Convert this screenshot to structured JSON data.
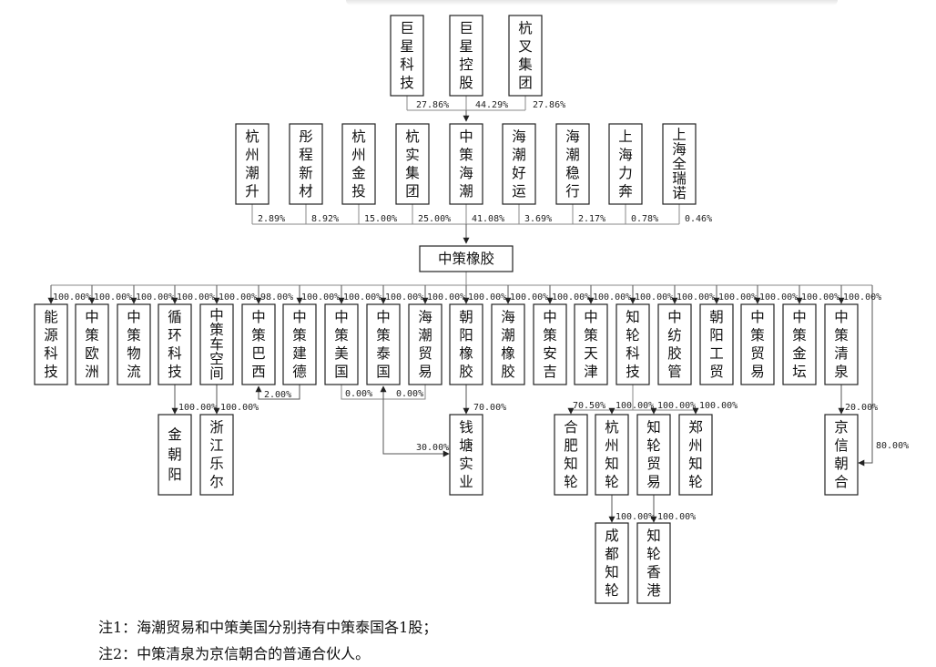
{
  "shareholders_top": [
    "巨星科技",
    "巨星控股",
    "杭叉集团"
  ],
  "top_pcts": [
    "27.86%",
    "44.29%",
    "27.86%"
  ],
  "shareholders_l2": [
    "杭州潮升",
    "彤程新材",
    "杭州金投",
    "杭实集团",
    "中策海潮",
    "海潮好运",
    "海潮稳行",
    "上海力奔",
    "上海全瑞诺"
  ],
  "l2_pcts": [
    "2.89%",
    "8.92%",
    "15.00%",
    "25.00%",
    "41.08%",
    "3.69%",
    "2.17%",
    "0.78%",
    "0.46%"
  ],
  "center": "中策橡胶",
  "subsidiaries": [
    "能源科技",
    "中策欧洲",
    "中策物流",
    "循环科技",
    "中策车空间",
    "中策巴西",
    "中策建德",
    "中策美国",
    "中策泰国",
    "海潮贸易",
    "朝阳橡胶",
    "海潮橡胶",
    "中策安吉",
    "中策天津",
    "知轮科技",
    "中纺胶管",
    "朝阳工贸",
    "中策贸易",
    "中策金坛",
    "中策清泉"
  ],
  "sub_pcts": [
    "100.00%",
    "100.00%",
    "100.00%",
    "100.00%",
    "100.00%",
    "98.00%",
    "100.00%",
    "100.00%",
    "100.00%",
    "100.00%",
    "100.00%",
    "100.00%",
    "100.00%",
    "100.00%",
    "100.00%",
    "100.00%",
    "100.00%",
    "100.00%",
    "100.00%",
    "100.00%"
  ],
  "lower_pcts": {
    "jinchaoyang": "100.00%",
    "lele": "100.00%",
    "jiande_to_brazil": "2.00%",
    "us_to_thai": "0.00%",
    "trade_to_thai": "0.00%",
    "chaoyang_to_qiantang": "70.00%",
    "thai_to_qiantang": "30.00%",
    "hefei": "70.50%",
    "hangzhou": "100.00%",
    "maoyi": "100.00%",
    "zhengzhou": "100.00%",
    "chengdu": "100.00%",
    "hongkong": "100.00%",
    "qingquan_to_jingxin": "20.00%",
    "center_to_jingxin": "80.00%"
  },
  "lower_entities": {
    "jinchaoyang": "金朝阳",
    "lele": "浙江乐尔",
    "qiantang": "钱塘实业",
    "hefei": "合肥知轮",
    "hangzhou": "杭州知轮",
    "maoyi": "知轮贸易",
    "zhengzhou": "郑州知轮",
    "chengdu": "成都知轮",
    "hongkong": "知轮香港",
    "jingxin": "京信朝合"
  },
  "notes": [
    "注1：海潮贸易和中策美国分别持有中策泰国各1股；",
    "注2：中策清泉为京信朝合的普通合伙人。"
  ]
}
